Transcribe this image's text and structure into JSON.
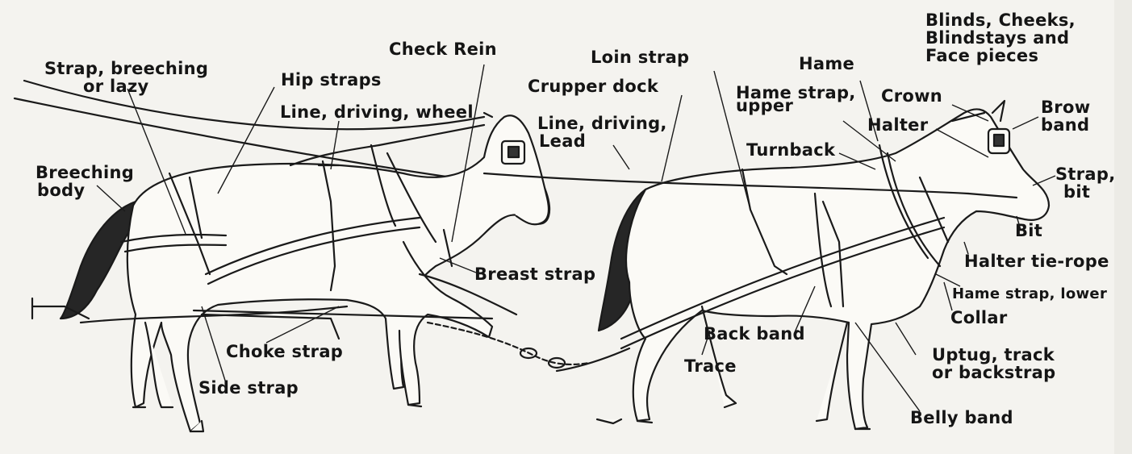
{
  "diagram": {
    "labels": {
      "strap_breeching_lazy": [
        "Strap, breeching",
        "or lazy"
      ],
      "hip_straps": "Hip straps",
      "check_rein": "Check Rein",
      "line_driving_wheel": "Line, driving, wheel",
      "breeching_body": [
        "Breeching",
        "body"
      ],
      "loin_strap": "Loin strap",
      "crupper_dock": "Crupper dock",
      "line_driving_lead": [
        "Line, driving,",
        "Lead"
      ],
      "hame": "Hame",
      "hame_strap_upper": [
        "Hame strap,",
        "upper"
      ],
      "crown": "Crown",
      "blinds": [
        "Blinds, Cheeks,",
        "Blindstays and",
        "Face pieces"
      ],
      "brow_band": [
        "Brow",
        "band"
      ],
      "halter": "Halter",
      "turnback": "Turnback",
      "strap_bit": [
        "Strap,",
        "bit"
      ],
      "bit": "Bit",
      "halter_tie_rope": "Halter tie-rope",
      "breast_strap": "Breast strap",
      "hame_strap_lower": "Hame strap, lower",
      "collar": "Collar",
      "choke_strap": "Choke strap",
      "back_band": "Back band",
      "uptug": [
        "Uptug, track",
        "or backstrap"
      ],
      "side_strap": "Side strap",
      "trace": "Trace",
      "belly_band": "Belly band"
    }
  }
}
